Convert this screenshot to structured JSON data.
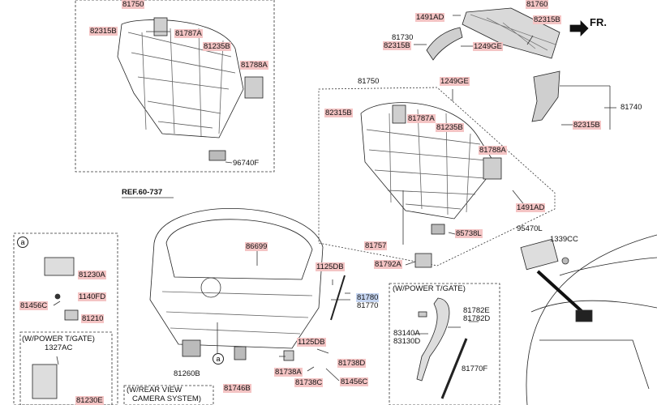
{
  "direction_label": "FR.",
  "reference": "REF.60-737",
  "circle_marker": "a",
  "insets": {
    "power_tailgate": "(W/POWER T/GATE)",
    "power_tailgate_left": "(W/POWER T/GATE)",
    "rear_view_camera": [
      "(W/REAR VIEW",
      "CAMERA SYSTEM)"
    ]
  },
  "parts": {
    "p81750_top": "81750",
    "p82315B_tl": "82315B",
    "p81787A_tl": "81787A",
    "p81235B_tl": "81235B",
    "p81788A_tl": "81788A",
    "p96740F": "96740F",
    "p1491AD_top": "1491AD",
    "p82315B_tr": "82315B",
    "p81730": "81730",
    "p82315B_tm": "82315B",
    "p1249GE_tr": "1249GE",
    "p81750_mid": "81750",
    "p1249GE_mid": "1249GE",
    "p82315B_mid": "82315B",
    "p81787A_mid": "81787A",
    "p81235B_mid": "81235B",
    "p81788A_mid": "81788A",
    "p81740": "81740",
    "p82315B_r": "82315B",
    "p1491AD_mid": "1491AD",
    "p95470L": "95470L",
    "p1339CC": "1339CC",
    "p85738L": "85738L",
    "p81757": "81757",
    "p81792A": "81792A",
    "p86699": "86699",
    "p1125DB_a": "1125DB",
    "p81780": "81780",
    "p81770": "81770",
    "p1125DB_b": "1125DB",
    "p81738D": "81738D",
    "p81738A": "81738A",
    "p81738C": "81738C",
    "p81456C_b": "81456C",
    "p81260B": "81260B",
    "p81746B": "81746B",
    "p81230A": "81230A",
    "p1140FD": "1140FD",
    "p81456C_a": "81456C",
    "p81210": "81210",
    "p1327AC": "1327AC",
    "p81230E": "81230E",
    "p81782E": "81782E",
    "p81782D": "81782D",
    "p83140A": "83140A",
    "p83130D": "83130D",
    "p81770F": "81770F",
    "p81760_top": "81760"
  }
}
